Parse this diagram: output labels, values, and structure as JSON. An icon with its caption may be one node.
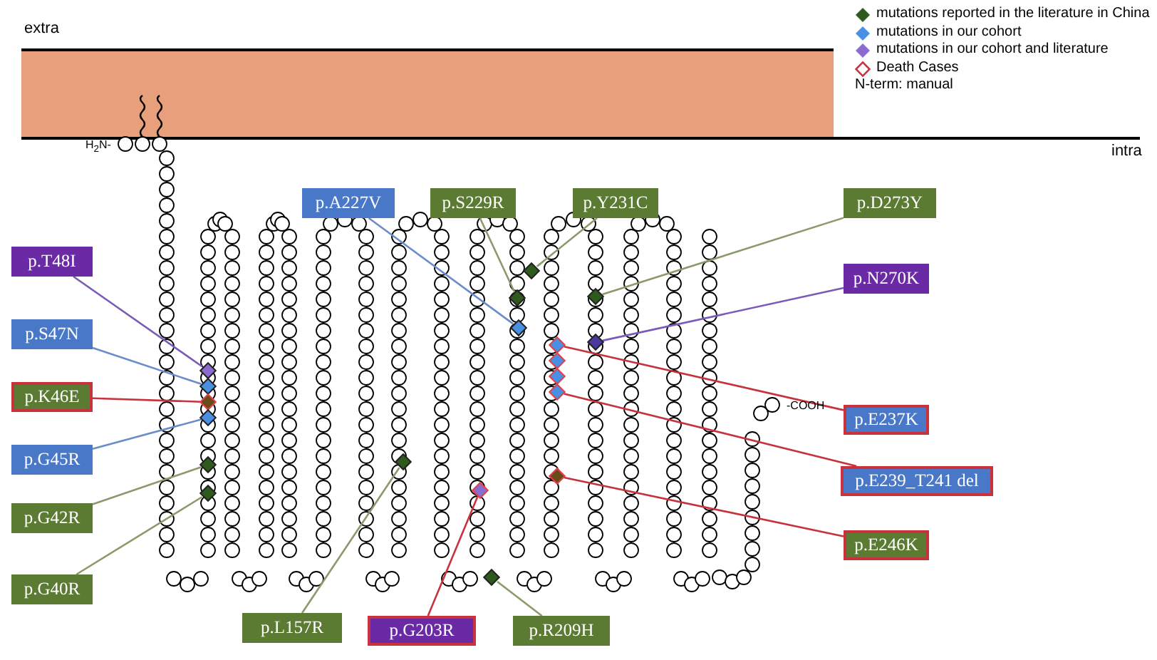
{
  "diagram": {
    "nodes": [
      {
        "text": [
          "p.T48I"
        ]
      },
      {
        "text": [
          "p.S47N"
        ]
      },
      {
        "text": [
          "p.K46E"
        ]
      },
      {
        "text": [
          "p.G45R"
        ]
      },
      {
        "text": [
          "p.G42R"
        ]
      },
      {
        "text": [
          "p.G40R"
        ]
      },
      {
        "text": [
          "p.L157R"
        ]
      },
      {
        "text": [
          "p.G203R"
        ]
      },
      {
        "text": [
          "p.R209H"
        ]
      },
      {
        "text": [
          "p.A227V"
        ]
      },
      {
        "text": [
          "p.S229R"
        ]
      },
      {
        "text": [
          "p.Y231C"
        ]
      },
      {
        "text": [
          "p.D273Y"
        ]
      },
      {
        "text": [
          "p.N270K"
        ]
      },
      {
        "text": [
          "p.E237K"
        ]
      },
      {
        "text": [
          "p.E239_T241 del"
        ]
      },
      {
        "text": [
          "p.E246K"
        ]
      },
      {
        "text": [],
        "shape": "diamond"
      },
      {
        "text": [],
        "shape": "diamond"
      },
      {
        "text": [],
        "shape": "diamond"
      },
      {
        "text": [],
        "shape": "diamond"
      },
      {
        "text": [],
        "shape": "diamond"
      },
      {
        "text": [],
        "shape": "diamond"
      },
      {
        "text": [],
        "shape": "diamond"
      },
      {
        "text": [],
        "shape": "diamond"
      },
      {
        "text": [],
        "shape": "diamond"
      },
      {
        "text": [],
        "shape": "diamond"
      },
      {
        "text": [],
        "shape": "diamond"
      },
      {
        "text": [],
        "shape": "diamond"
      },
      {
        "text": [],
        "shape": "diamond"
      },
      {
        "text": [],
        "shape": "diamond"
      },
      {
        "text": [],
        "shape": "diamond"
      },
      {
        "text": [],
        "shape": "diamond"
      },
      {
        "text": [],
        "shape": "diamond"
      },
      {
        "text": [],
        "shape": "diamond"
      },
      {
        "text": [],
        "shape": "diamond"
      }
    ],
    "edges": [
      {
        "from": 0,
        "to": 17,
        "arrow": "none",
        "color": "#7a5cb8"
      },
      {
        "from": 1,
        "to": 18,
        "arrow": "none",
        "color": "#6a8cc8"
      },
      {
        "from": 2,
        "to": 19,
        "arrow": "none",
        "color": "#c8323c"
      },
      {
        "from": 3,
        "to": 20,
        "arrow": "none",
        "color": "#6a8cc8"
      },
      {
        "from": 4,
        "to": 21,
        "arrow": "none"
      },
      {
        "from": 5,
        "to": 22,
        "arrow": "none"
      },
      {
        "from": 6,
        "to": 23,
        "arrow": "none"
      },
      {
        "from": 7,
        "to": 24,
        "arrow": "none",
        "color": "#c8323c"
      },
      {
        "from": 8,
        "to": 25,
        "arrow": "none"
      },
      {
        "from": 9,
        "to": 26,
        "arrow": "none",
        "color": "#6a8cc8"
      },
      {
        "from": 10,
        "to": 27,
        "arrow": "none"
      },
      {
        "from": 11,
        "to": 28,
        "arrow": "none"
      },
      {
        "from": 12,
        "to": 29,
        "arrow": "none"
      },
      {
        "from": 13,
        "to": 30,
        "arrow": "none",
        "color": "#7a5cb8"
      },
      {
        "from": 14,
        "to": 31,
        "arrow": "none",
        "color": "#c8323c"
      },
      {
        "from": 15,
        "to": 32,
        "arrow": "none",
        "color": "#c8323c"
      },
      {
        "from": 16,
        "to": 33,
        "arrow": "none",
        "color": "#c8323c"
      }
    ],
    "labels": [
      "extra",
      "intra",
      "H$_{2}$N-",
      "-COOH",
      "N-term: manual"
    ],
    "legend": [
      {
        "text": "mutations reported in the literature in China",
        "color": "#2f5a1e"
      },
      {
        "text": "mutations in our cohort",
        "color": "#4a90e2"
      },
      {
        "text": "mutations in our cohort and literature",
        "color": "#8a6cd0"
      },
      {
        "text": "Death Cases",
        "color": "#c8323c"
      }
    ]
  }
}
